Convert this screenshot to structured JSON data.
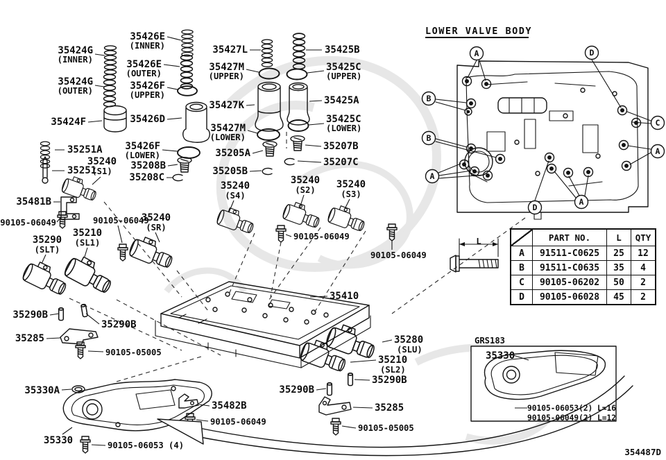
{
  "doc": {
    "drawing_number": "354487D",
    "detail_title": "LOWER VALVE BODY",
    "variant_code": "GRS183"
  },
  "parts": {
    "p35426e_inner": {
      "no": "35426E",
      "variant": "(INNER)"
    },
    "p35426e_outer": {
      "no": "35426E",
      "variant": "(OUTER)"
    },
    "p35424g_inner": {
      "no": "35424G",
      "variant": "(INNER)"
    },
    "p35424g_outer": {
      "no": "35424G",
      "variant": "(OUTER)"
    },
    "p35427l": {
      "no": "35427L"
    },
    "p35425b": {
      "no": "35425B"
    },
    "p35427m_upper": {
      "no": "35427M",
      "variant": "(UPPER)"
    },
    "p35427m_lower": {
      "no": "35427M",
      "variant": "(LOWER)"
    },
    "p35425c_upper": {
      "no": "35425C",
      "variant": "(UPPER)"
    },
    "p35425c_lower": {
      "no": "35425C",
      "variant": "(LOWER)"
    },
    "p35426f_upper": {
      "no": "35426F",
      "variant": "(UPPER)"
    },
    "p35426f_lower": {
      "no": "35426F",
      "variant": "(LOWER)"
    },
    "p35427k": {
      "no": "35427K"
    },
    "p35425a": {
      "no": "35425A"
    },
    "p35424f": {
      "no": "35424F"
    },
    "p35426d": {
      "no": "35426D"
    },
    "p35251a": {
      "no": "35251A"
    },
    "p35251": {
      "no": "35251"
    },
    "p35205a": {
      "no": "35205A"
    },
    "p35205b": {
      "no": "35205B"
    },
    "p35207b": {
      "no": "35207B"
    },
    "p35207c": {
      "no": "35207C"
    },
    "p35208b": {
      "no": "35208B"
    },
    "p35208c": {
      "no": "35208C"
    },
    "p35240_s1": {
      "no": "35240",
      "variant": "(S1)"
    },
    "p35240_s2": {
      "no": "35240",
      "variant": "(S2)"
    },
    "p35240_s3": {
      "no": "35240",
      "variant": "(S3)"
    },
    "p35240_s4": {
      "no": "35240",
      "variant": "(S4)"
    },
    "p35240_sr": {
      "no": "35240",
      "variant": "(SR)"
    },
    "p35290_slt": {
      "no": "35290",
      "variant": "(SLT)"
    },
    "p35210_sl1": {
      "no": "35210",
      "variant": "(SL1)"
    },
    "p35210_sl2": {
      "no": "35210",
      "variant": "(SL2)"
    },
    "p35280_slu": {
      "no": "35280",
      "variant": "(SLU)"
    },
    "p35481b": {
      "no": "35481B"
    },
    "p35410": {
      "no": "35410"
    },
    "p35290b": {
      "no": "35290B"
    },
    "p35285": {
      "no": "35285"
    },
    "p35482b": {
      "no": "35482B"
    },
    "p35330a": {
      "no": "35330A"
    },
    "p35330": {
      "no": "35330"
    }
  },
  "fasteners": {
    "b90105_06049": "90105-06049",
    "b90105_05005": "90105-05005",
    "b90105_06053_x4": "90105-06053 (4)",
    "grs_line1": "90105-06053(2) L=16",
    "grs_line2": "90105-06049(2) L=12"
  },
  "callouts": {
    "a": "A",
    "b": "B",
    "c": "C",
    "d": "D"
  },
  "bolt_table": {
    "headers": {
      "part_no": "PART NO.",
      "length": "L",
      "qty": "QTY"
    },
    "rows": [
      {
        "key": "A",
        "part_no": "91511-C0625",
        "length": "25",
        "qty": "12"
      },
      {
        "key": "B",
        "part_no": "91511-C0635",
        "length": "35",
        "qty": "4"
      },
      {
        "key": "C",
        "part_no": "90105-06202",
        "length": "50",
        "qty": "2"
      },
      {
        "key": "D",
        "part_no": "90105-06028",
        "length": "45",
        "qty": "2"
      }
    ],
    "dimension_label": "L"
  }
}
